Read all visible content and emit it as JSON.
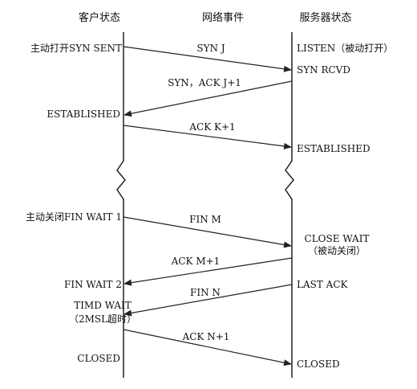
{
  "headers": {
    "client": "客户状态",
    "network": "网络事件",
    "server": "服务器状态"
  },
  "client_states": {
    "active_open": "主动打开SYN SENT",
    "established": "ESTABLISHED",
    "active_close": "主动关闭FIN WAIT 1",
    "fin_wait_2": "FIN WAIT 2",
    "timed_wait": "TIMD WAIT",
    "timed_wait_note": "（2MSL超时）",
    "closed": "CLOSED"
  },
  "server_states": {
    "listen": "LISTEN（被动打开）",
    "syn_rcvd": "SYN RCVD",
    "established": "ESTABLISHED",
    "close_wait": "CLOSE WAIT",
    "close_wait_note": "（被动关闭）",
    "last_ack": "LAST ACK",
    "closed": "CLOSED"
  },
  "messages": {
    "syn": "SYN J",
    "syn_ack": "SYN，ACK  J+1",
    "ack_k": "ACK K+1",
    "fin_m": "FIN M",
    "ack_m": "ACK M+1",
    "fin_n": "FIN N",
    "ack_n": "ACK N+1"
  },
  "colors": {
    "line": "#222222",
    "text": "#111111",
    "background": "#ffffff"
  }
}
